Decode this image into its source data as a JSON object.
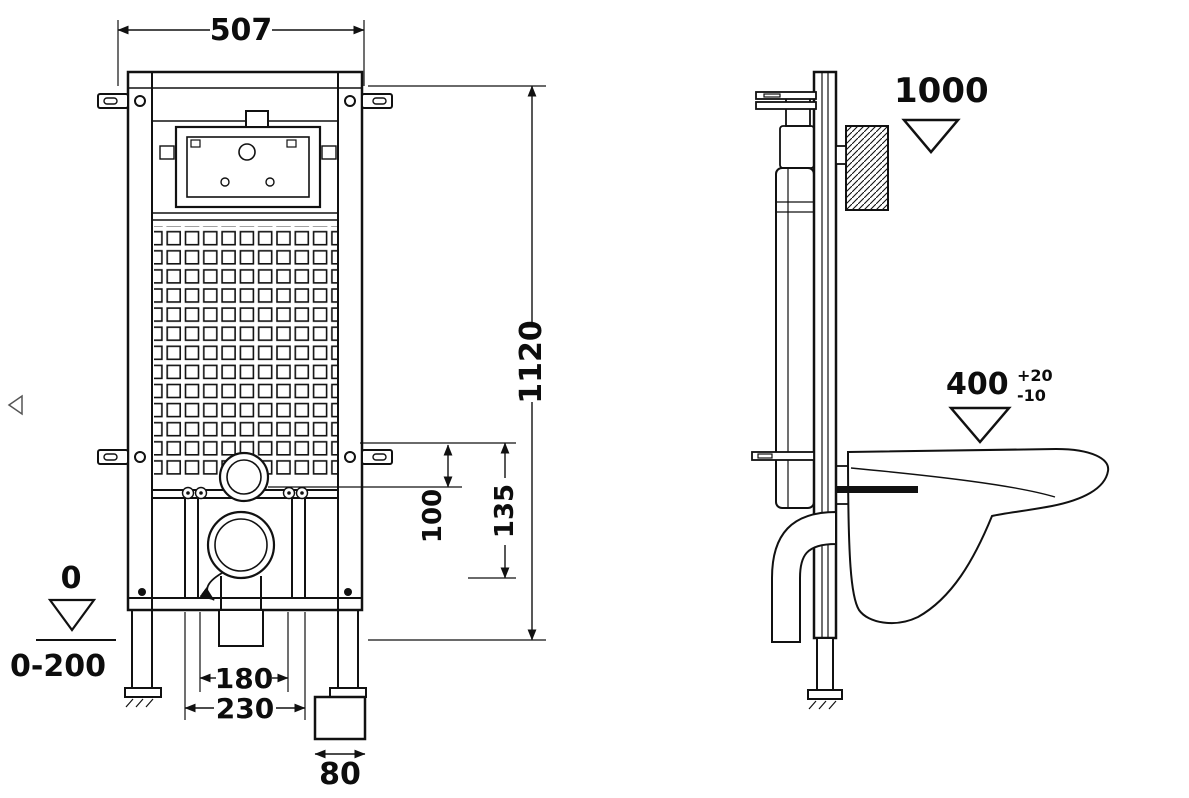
{
  "drawing": {
    "front": {
      "width": "507",
      "height": "1120",
      "flush_offset": "100",
      "outlet_offset": "135",
      "floor_zero": "0",
      "floor_range": "0-200",
      "outlet_spacing_inner": "180",
      "outlet_spacing_outer": "230",
      "foot_size": "80"
    },
    "side": {
      "supply_height": "1000",
      "bowl_height": "400",
      "bowl_height_tol_plus": "+20",
      "bowl_height_tol_minus": "-10"
    }
  }
}
